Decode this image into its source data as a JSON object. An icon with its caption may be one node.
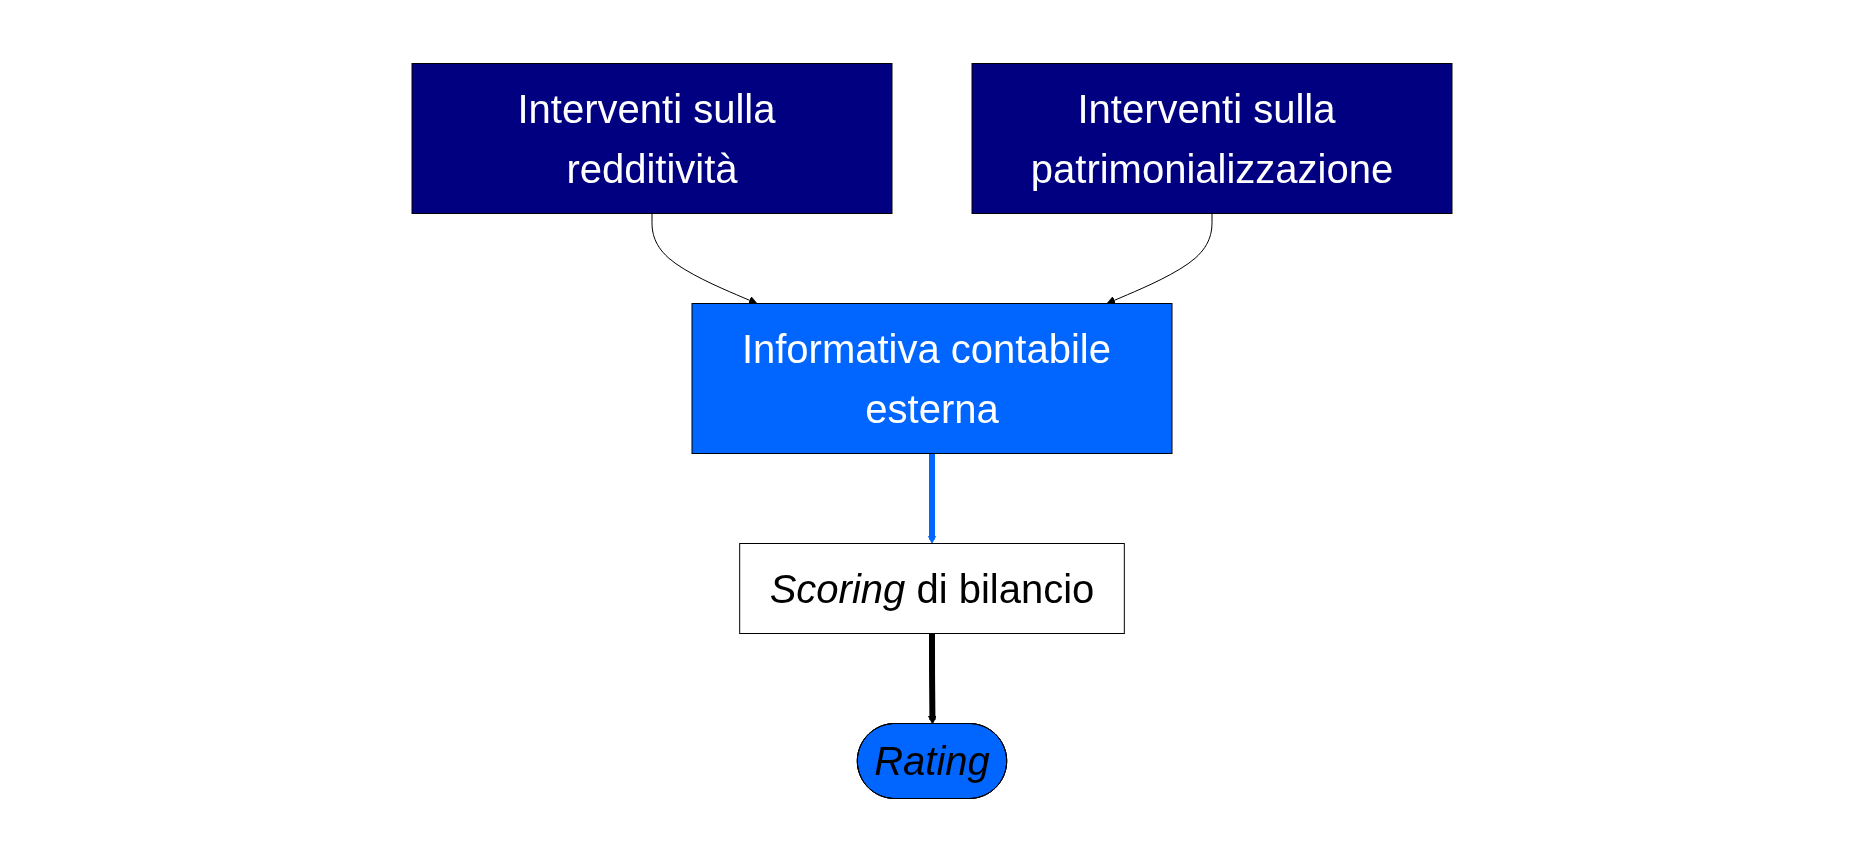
{
  "diagram": {
    "nodes": [
      {
        "text": [
          "Interventi sulla redditività"
        ]
      },
      {
        "text": [
          "Informativa contabile esterna"
        ]
      },
      {
        "text": [
          "Interventi sulla patrimonializzazione"
        ]
      },
      {
        "text": [
          "*Scoring* di bilancio"
        ]
      },
      {
        "text": [
          "Rating"
        ]
      }
    ],
    "edges": [
      {
        "from": 0,
        "to": 1,
        "arrow": "to"
      },
      {
        "from": 2,
        "to": 1,
        "arrow": "to"
      },
      {
        "from": 1,
        "to": 3,
        "arrow": "to",
        "style": "thick",
        "color": "#0066ff"
      },
      {
        "from": 3,
        "to": 4,
        "arrow": "to",
        "style": "thick"
      }
    ]
  }
}
